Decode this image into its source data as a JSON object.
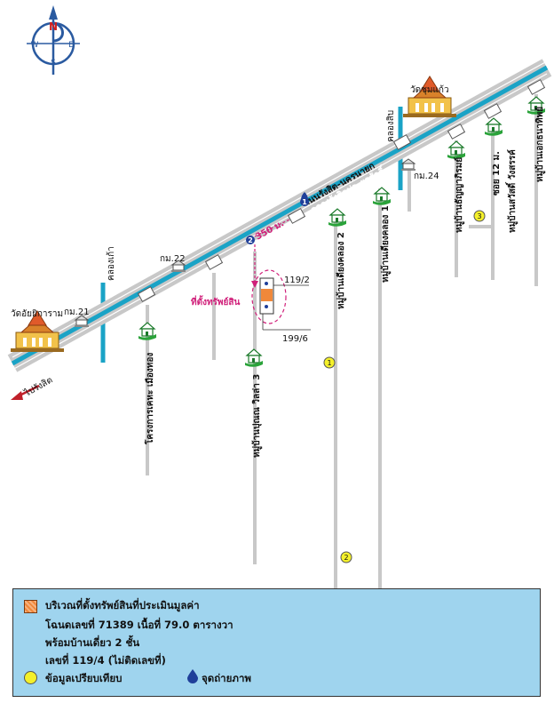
{
  "compass": {
    "north": "N",
    "south": "S",
    "east": "E",
    "west": "W"
  },
  "roads": {
    "main_road_name": "ถนนรังสิต-นครนายก",
    "canal_name": "คลองรังสิตประยูรศักดิ์",
    "direction_label": "ไปรังสิต",
    "distance_label": "350 ม.",
    "site_label": "ที่ตั้งทรัพย์สิน"
  },
  "landmarks": {
    "temple_left": "วัดอัยยิการาม",
    "temple_right": "วัดชุมแก้ว",
    "km21": "กม.21",
    "km22": "กม.22",
    "km24": "กม.24",
    "canal_kao": "คลองเก้า",
    "canal_sib": "คลองสิบ"
  },
  "villages": {
    "v1": "โครงการเคหะ เมืองทอง",
    "v2": "หมู่บ้านปุณณ วิลล่า 3",
    "v3": "หมู่บ้านเดียงคลอง 2",
    "v4": "หมู่บ้านเดียงคลอง 1",
    "v5": "หมู่บ้านธัญญาภิรมย์",
    "v6": "ซอย 12 ม.",
    "v7": "หมู่บ้านสวัสดิ์ วังสรรค์",
    "v8": "หมู่บ้านเอกธนาทิพย์"
  },
  "lots": {
    "lot_a": "119/2",
    "lot_b": "199/6"
  },
  "markers": {
    "photo_1": "1",
    "photo_2": "2",
    "comp_1": "1",
    "comp_2": "2",
    "comp_3": "3"
  },
  "legend": {
    "line1": "บริเวณที่ตั้งทรัพย์สินที่ประเมินมูลค่า",
    "line2": "โฉนดเลขที่ 71389  เนื้อที่ 79.0 ตารางวา",
    "line3": "พร้อมบ้านเดี่ยว 2 ชั้น",
    "line4": "เลขที่ 119/4 (ไม่ติดเลขที่)",
    "comparison": "ข้อมูลเปรียบเทียบ",
    "photo_point": "จุดถ่ายภาพ"
  },
  "colors": {
    "road": "#c8c8c8",
    "canal": "#1aa3c6",
    "site": "#f0883a",
    "site_text": "#d0207a",
    "comparison_marker": "#f4f02a",
    "photo_marker": "#1f3f9a",
    "legend_bg": "#9fd4ee",
    "direction_arrow": "#c0202a"
  }
}
